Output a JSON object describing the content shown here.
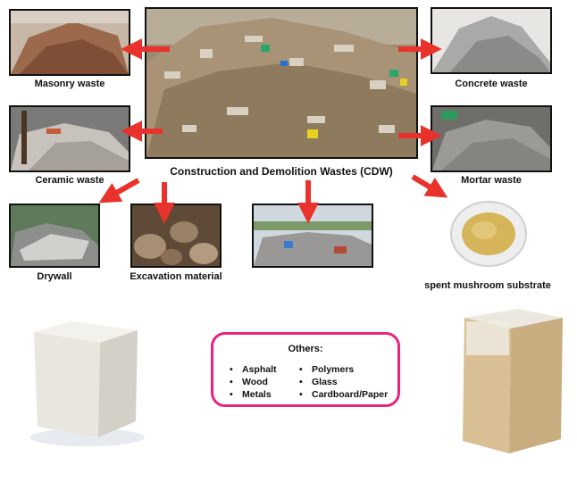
{
  "center": {
    "title": "Construction and Demolition Wastes (CDW)"
  },
  "categories": [
    {
      "id": "masonry",
      "label": "Masonry waste"
    },
    {
      "id": "concrete",
      "label": "Concrete waste"
    },
    {
      "id": "ceramic",
      "label": "Ceramic waste"
    },
    {
      "id": "mortar",
      "label": "Mortar waste"
    },
    {
      "id": "drywall",
      "label": "Drywall"
    },
    {
      "id": "excavation",
      "label": "Excavation material"
    },
    {
      "id": "sms",
      "label": "spent mushroom substrate"
    }
  ],
  "others": {
    "title": "Others:",
    "col1": [
      "Asphalt",
      "Wood",
      "Metals"
    ],
    "col2": [
      "Polymers",
      "Glass",
      "Cardboard/Paper"
    ]
  },
  "colors": {
    "arrow": "#e8322b",
    "others_border": "#e8237c"
  }
}
